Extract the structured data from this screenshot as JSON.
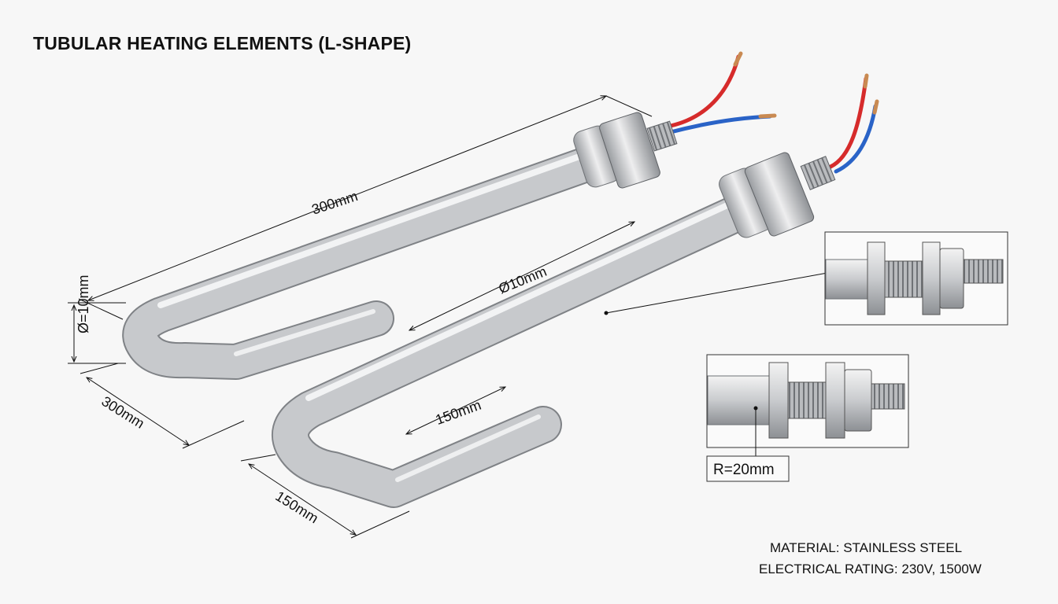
{
  "title": "TUBULAR HEATING ELEMENTS (L-SHAPE)",
  "dimensions": {
    "top_length": "300mm",
    "tube_diameter": "Ø10mm",
    "end_diameter": "Ø=10mm",
    "side_length": "300mm",
    "inner_leg": "150mm",
    "bottom_leg": "150mm",
    "bend_radius": "R=20mm"
  },
  "specs": {
    "material": "MATERIAL: STAINLESS STEEL",
    "rating": "ELECTRICAL RATING: 230V, 1500W"
  },
  "colors": {
    "background": "#f7f7f7",
    "tube": "#c4c6c9",
    "wire_live": "#d62b2b",
    "wire_neutral": "#2a63c7",
    "copper_tip": "#c98a52"
  },
  "parts": [
    "stainless-tube",
    "hex-nut",
    "threaded-terminal",
    "lead-wires"
  ]
}
